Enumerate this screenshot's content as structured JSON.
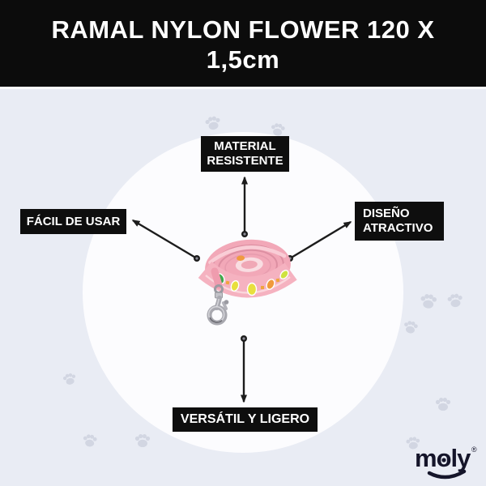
{
  "header": {
    "title_line_1": "RAMAL NYLON FLOWER 120 X",
    "title_line_2": "1,5cm"
  },
  "features": {
    "top": {
      "label": "MATERIAL RESISTENTE"
    },
    "left": {
      "label": "FÁCIL DE USAR"
    },
    "right": {
      "label": "DISEÑO ATRACTIVO"
    },
    "bottom": {
      "label": "VERSÁTIL Y LIGERO"
    }
  },
  "product": {
    "image_alt": "pink-nylon-flower-print-leash-with-metal-snap-hook"
  },
  "brand": {
    "name": "moly",
    "registered_mark": "®"
  },
  "colors": {
    "header_bg": "#0c0c0c",
    "header_text": "#ffffff",
    "background": "#e9ecf4",
    "circle": "#fcfcfe",
    "label_bg": "#0e0e0e",
    "label_text": "#ffffff",
    "connector": "#1c1c1c",
    "leash_pink": "#f3abba",
    "hook_silver": "#a9a9b0",
    "brand_color": "#15152a",
    "paw_print": "#d2d6e2"
  }
}
